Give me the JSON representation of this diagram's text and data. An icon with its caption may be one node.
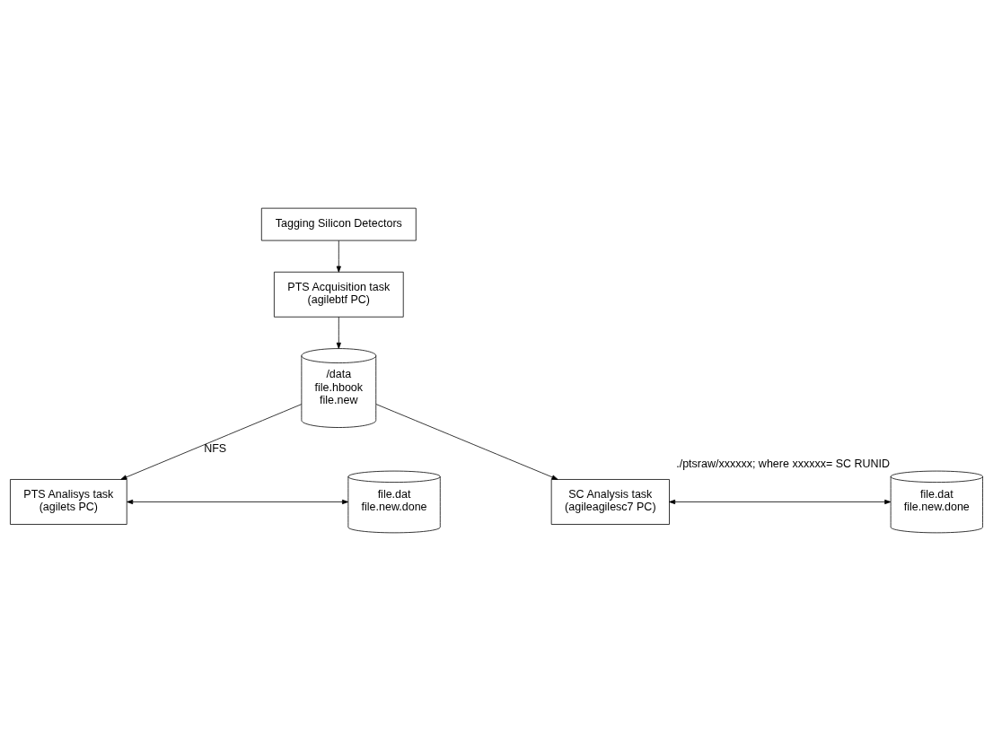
{
  "diagram": {
    "nodes": [
      {
        "text": [
          "Tagging Silicon Detectors"
        ]
      },
      {
        "text": [
          "PTS Acquisition task",
          "(agilebtf PC)"
        ]
      },
      {
        "text": [
          "/data",
          "file.hbook",
          "file.new"
        ]
      },
      {
        "text": [
          "PTS Analisys task",
          "(agilets PC)"
        ]
      },
      {
        "text": [
          "file.dat",
          "file.new.done"
        ]
      },
      {
        "text": [
          "SC Analysis task",
          "(agileagilesc7 PC)"
        ]
      },
      {
        "text": [
          "file.dat",
          "file.new.done"
        ],
        "beside": [
          "./ptsraw/xxxxxx; where xxxxxx= SC RUNID"
        ]
      }
    ],
    "edges": [
      {
        "from": 0,
        "to": 1,
        "arrow": "to"
      },
      {
        "from": 1,
        "to": 2,
        "arrow": "to"
      },
      {
        "from": 3,
        "to": 4,
        "arrow": "both"
      },
      {
        "from": 2,
        "to": 3,
        "arrow": "to",
        "label": "NFS"
      },
      {
        "from": 2,
        "to": 5,
        "arrow": "to"
      },
      {
        "from": 5,
        "to": 6,
        "arrow": "both"
      }
    ]
  }
}
